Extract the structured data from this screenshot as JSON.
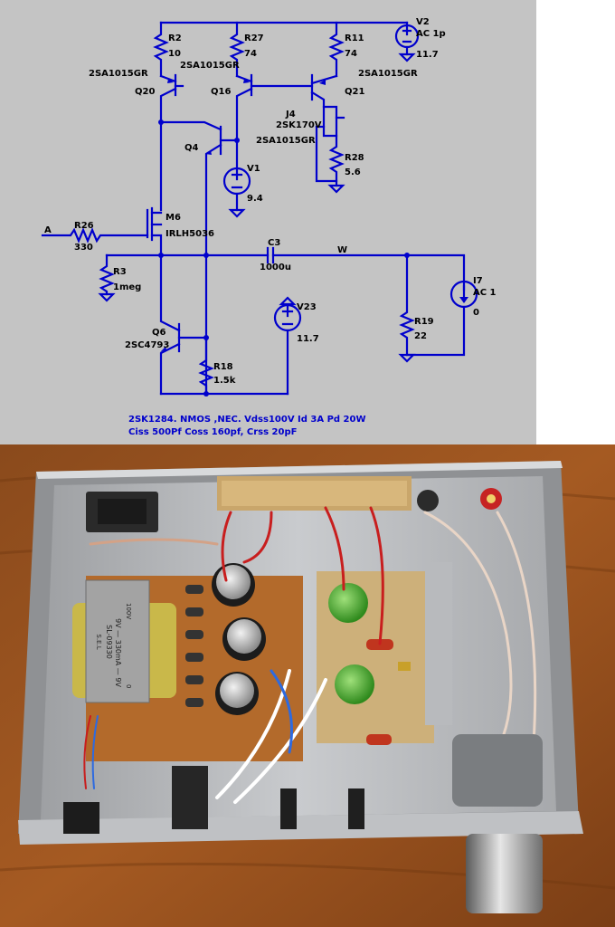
{
  "schematic": {
    "labels": {
      "r2": "R2",
      "r2v": "10",
      "r27": "R27",
      "r27v": "74",
      "r11": "R11",
      "r11v": "74",
      "v2": "V2",
      "v2ac": "AC 1p",
      "v2v": "11.7",
      "q20t": "2SA1015GR",
      "q20": "Q20",
      "q16t": "2SA1015GR",
      "q16": "Q16",
      "q21t": "2SA1015GR",
      "q21": "Q21",
      "j4": "J4",
      "j4t": "2SK170V",
      "j4t2": "2SA1015GR",
      "r28": "R28",
      "r28v": "5.6",
      "q4": "Q4",
      "v1": "V1",
      "v1v": "9.4",
      "m6": "M6",
      "m6t": "IRLH5036",
      "nodeA": "A",
      "r26": "R26",
      "r26v": "330",
      "c3": "C3",
      "c3v": "1000u",
      "nodeW": "W",
      "i7": "I7",
      "i7ac": "AC 1",
      "i7v": "0",
      "r3": "R3",
      "r3v": "1meg",
      "r19": "R19",
      "r19v": "22",
      "v23": "V23",
      "v23v": "11.7",
      "q6": "Q6",
      "q6t": "2SC4793",
      "r18": "R18",
      "r18v": "1.5k"
    },
    "note_line1": "2SK1284. NMOS ,NEC. Vdss100V Id 3A Pd 20W",
    "note_line2": "Ciss 500Pf Coss 160pf, Crss 20pF",
    "colors": {
      "background": "#c4c4c4",
      "wire": "#0000cc",
      "text": "#000000"
    }
  },
  "photo": {
    "transformer": {
      "line1": "9V — 330mA — 9V",
      "line2": "SL-09330",
      "brand": "S.E.L",
      "left": "100V",
      "bottom": "0"
    }
  }
}
